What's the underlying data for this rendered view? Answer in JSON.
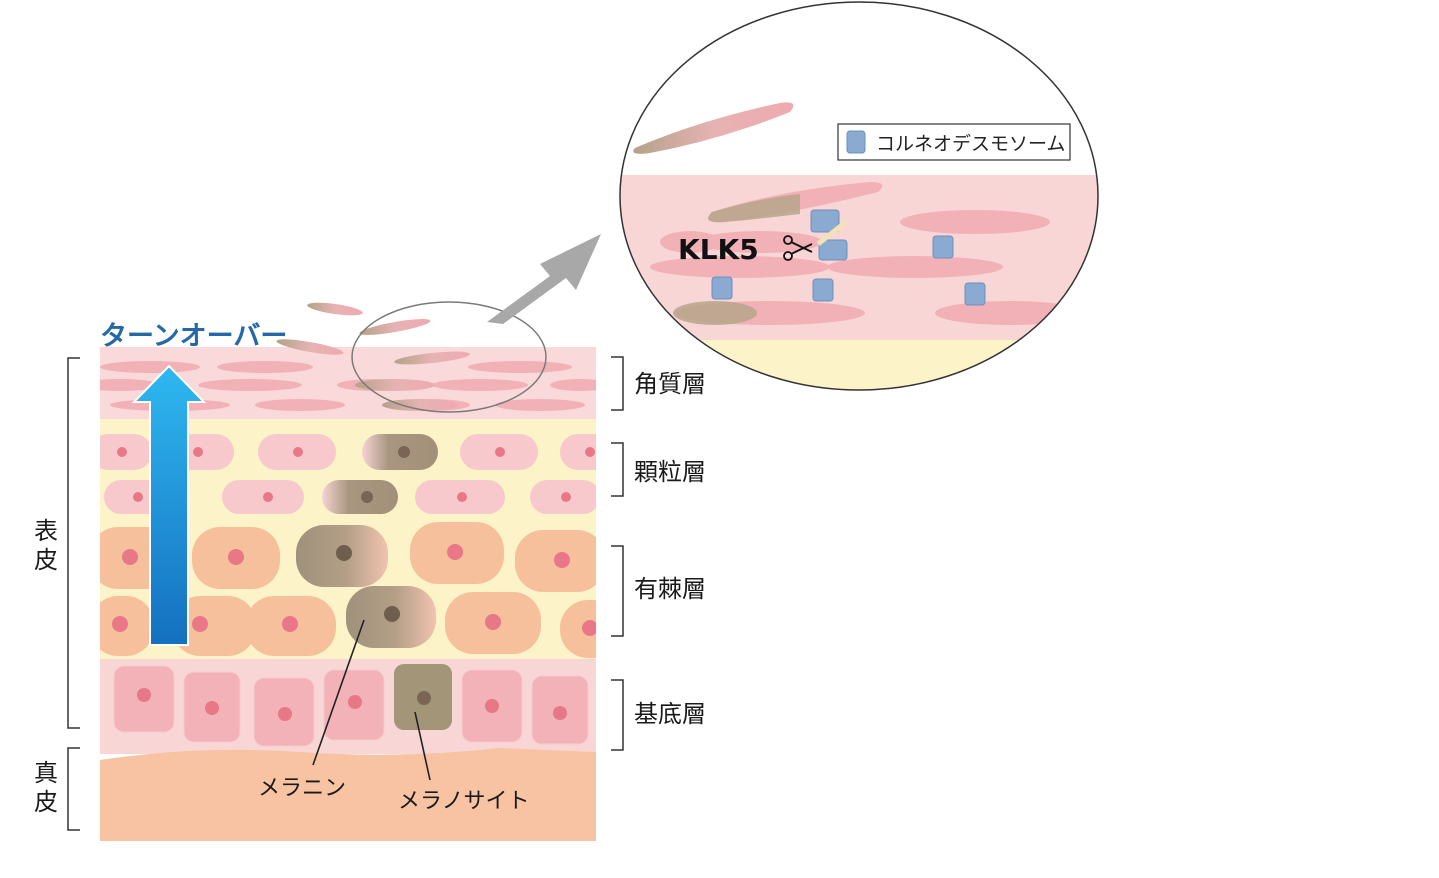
{
  "labels": {
    "turnover": "ターンオーバー",
    "epidermis": [
      "表",
      "皮"
    ],
    "dermis": [
      "真",
      "皮"
    ],
    "layers": {
      "stratum_corneum": "角質層",
      "stratum_granulosum": "顆粒層",
      "stratum_spinosum": "有棘層",
      "stratum_basale": "基底層"
    },
    "melanin": "メラニン",
    "melanocyte": "メラノサイト",
    "enzyme": "KLK5",
    "legend": "コルネオデスモソーム"
  },
  "colors": {
    "corneum_bg": "#f9d9d9",
    "cell_pink": "#f2b3b8",
    "granular_bg": "#fdf3c8",
    "granular_cell": "#f8c9cc",
    "spinous_cell": "#f7c09c",
    "nucleus": "#e87787",
    "basal_bg": "#f8d3d3",
    "basal_cell": "#f3b2b8",
    "dermis": "#f7c3a3",
    "melanin": "#9a8a72",
    "arrow": "#1a8ad6",
    "turnover_text": "#2468a8",
    "desmosome": "#8aaad2"
  }
}
